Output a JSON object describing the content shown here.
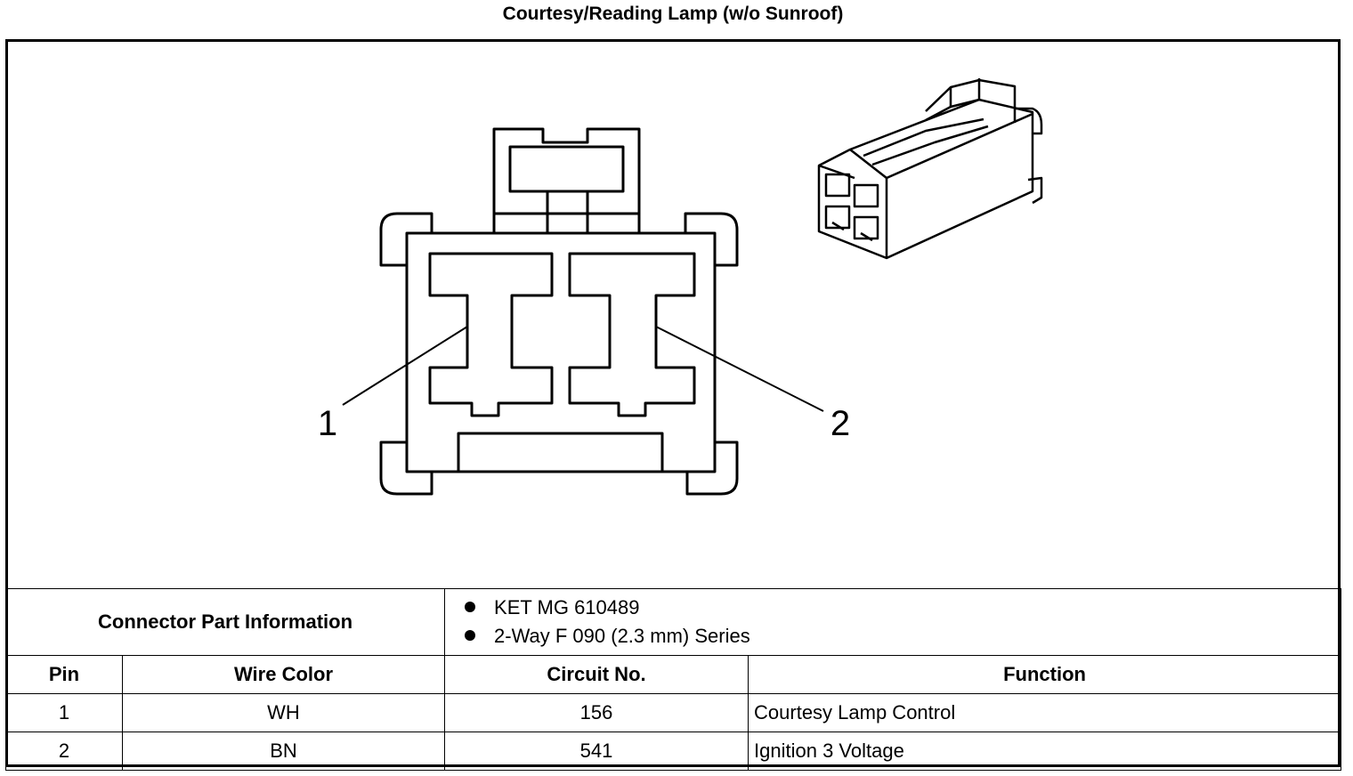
{
  "title": "Courtesy/Reading Lamp (w/o Sunroof)",
  "pin_labels": [
    "1",
    "2"
  ],
  "connector_info": {
    "label": "Connector Part Information",
    "items": [
      "KET MG 610489",
      "2-Way F 090 (2.3 mm) Series"
    ]
  },
  "table": {
    "headers": [
      "Pin",
      "Wire Color",
      "Circuit No.",
      "Function"
    ],
    "rows": [
      [
        "1",
        "WH",
        "156",
        "Courtesy Lamp Control"
      ],
      [
        "2",
        "BN",
        "541",
        "Ignition 3 Voltage"
      ]
    ]
  }
}
